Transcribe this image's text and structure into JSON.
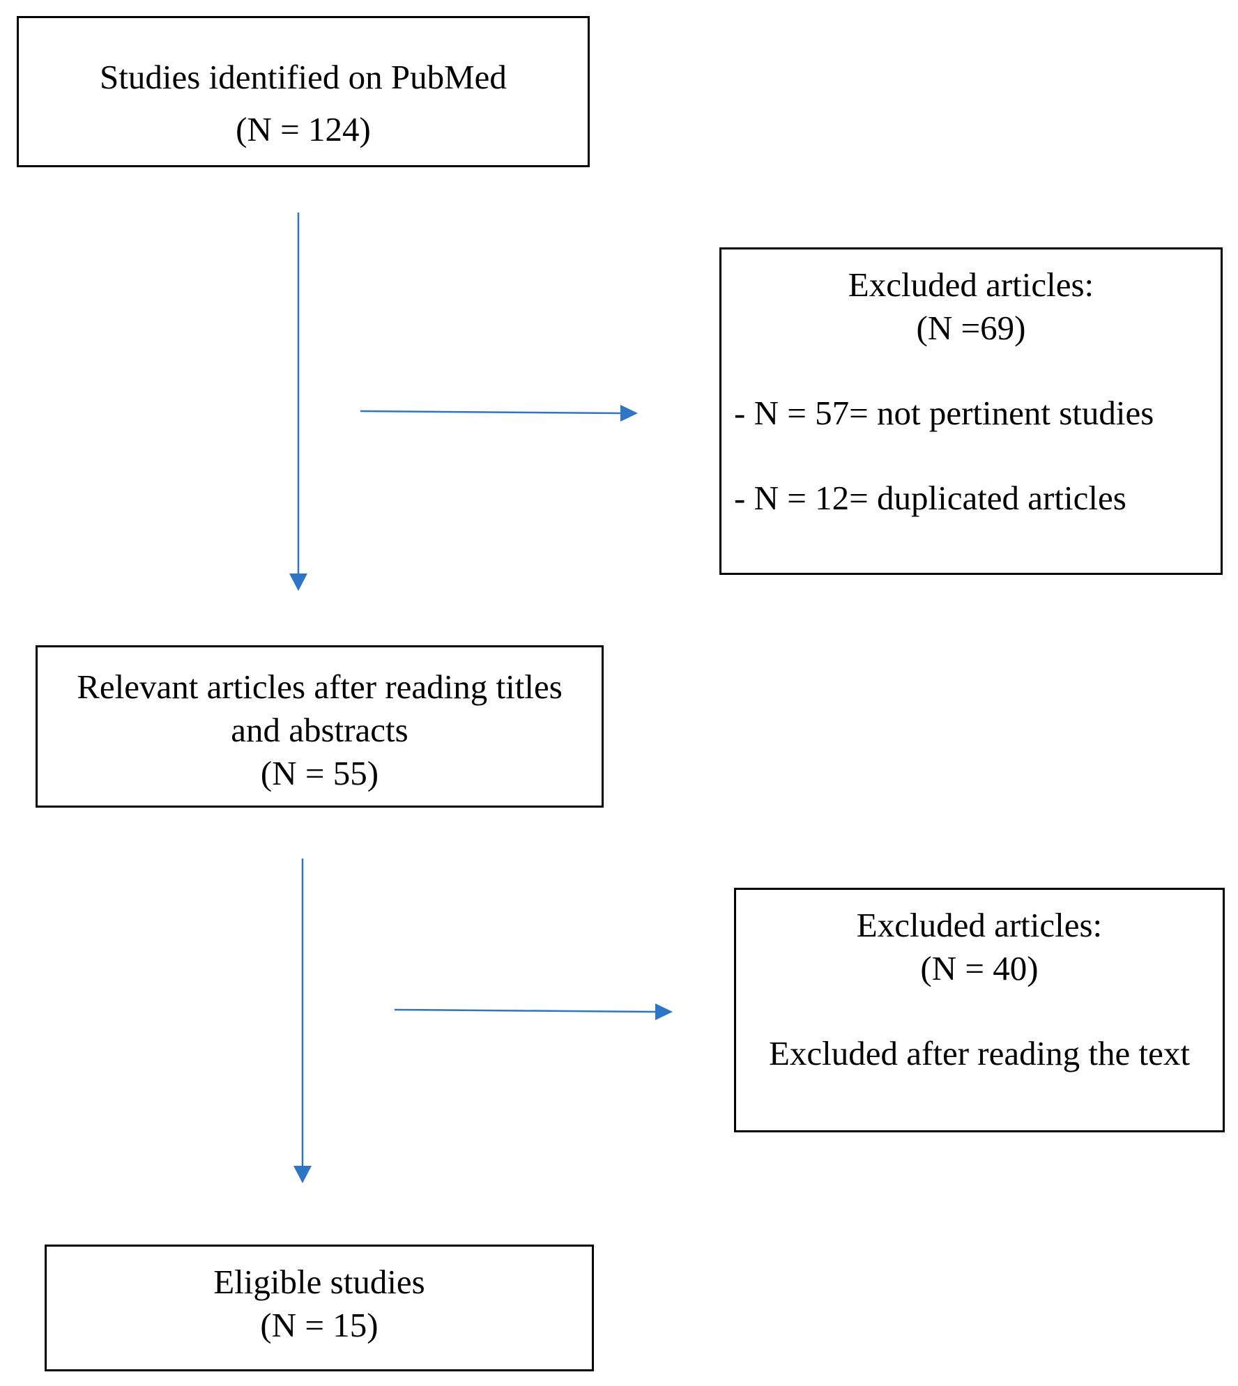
{
  "colors": {
    "box_border": "#000000",
    "arrow": "#2e75c6",
    "background": "#ffffff"
  },
  "identified": {
    "title": "Studies identified on PubMed",
    "count": "(N = 124)"
  },
  "excluded_first": {
    "title": "Excluded articles:",
    "count": "(N =69)",
    "items": [
      "- N = 57= not pertinent studies",
      "- N = 12= duplicated articles"
    ]
  },
  "relevant": {
    "title_line1": "Relevant articles after reading titles",
    "title_line2": "and abstracts",
    "count": "(N = 55)"
  },
  "excluded_second": {
    "title": "Excluded articles:",
    "count": "(N = 40)",
    "note": "Excluded after reading the text"
  },
  "eligible": {
    "title": "Eligible studies",
    "count": "(N = 15)"
  }
}
